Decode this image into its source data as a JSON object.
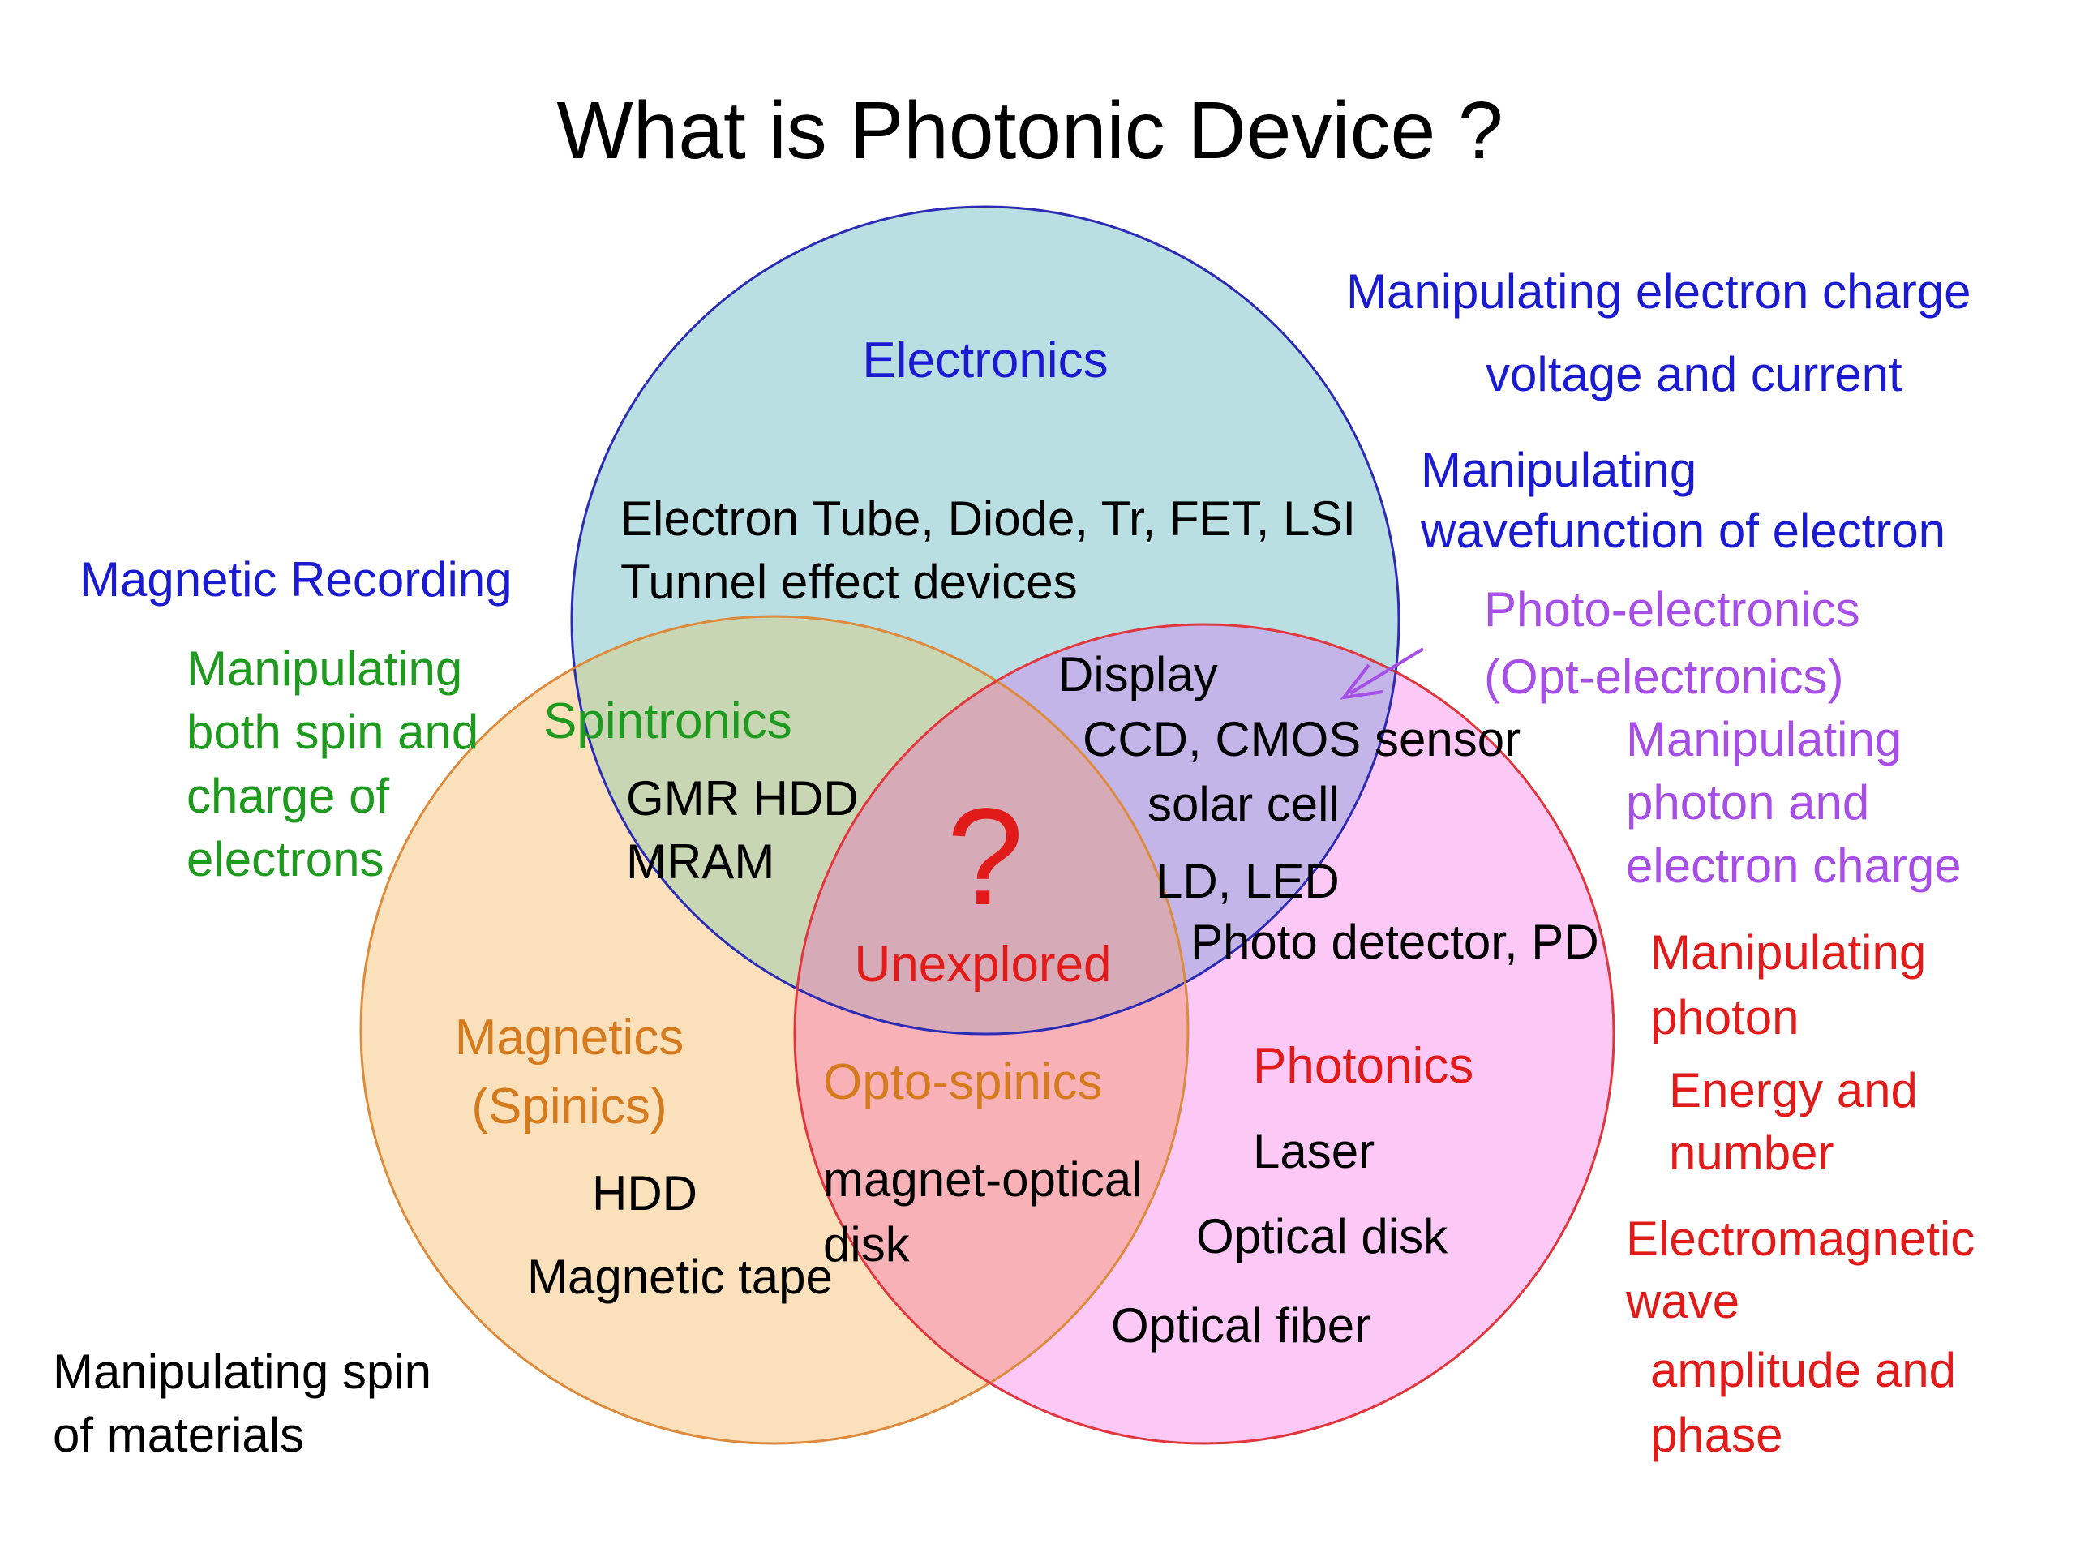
{
  "title": "What is Photonic Device ?",
  "colors": {
    "electronics_fill": "#b9dfe2",
    "electronics_stroke": "#2b2bb3",
    "magnetics_fill": "#fbe0bc",
    "magnetics_stroke": "#dd8a3c",
    "photonics_fill": "#fcc8f6",
    "photonics_stroke": "#e0363c",
    "spintronics_fill": "#c8d6b4",
    "photoelectronics_fill": "#c4b5e8",
    "optospinics_fill": "#f8b2b7",
    "center_fill": "#d6aab6",
    "blue_text": "#1a1ad0",
    "green_text": "#1e9a1e",
    "purple_text": "#a64ee6",
    "red_text": "#e11a1a",
    "orange_text": "#d67a1e",
    "black_text": "#000000"
  },
  "circles": {
    "electronics": {
      "name": "Electronics",
      "items": [
        "Electron Tube, Diode, Tr, FET, LSI",
        "Tunnel effect devices"
      ]
    },
    "magnetics": {
      "name_line1": "Magnetics",
      "name_line2": "(Spinics)",
      "items": [
        "HDD",
        "Magnetic tape"
      ]
    },
    "photonics": {
      "name": "Photonics",
      "items": [
        "Laser",
        "Optical disk",
        "Optical fiber"
      ]
    }
  },
  "overlaps": {
    "spintronics": {
      "name": "Spintronics",
      "items": [
        "GMR HDD",
        "MRAM"
      ]
    },
    "photoelectronics": {
      "items": [
        "Display",
        "CCD, CMOS sensor",
        "solar cell",
        "LD, LED",
        "Photo detector, PD"
      ]
    },
    "optospinics": {
      "name": "Opto-spinics",
      "items": [
        "magnet-optical",
        "disk"
      ]
    },
    "center": {
      "symbol": "?",
      "label": "Unexplored"
    }
  },
  "annotations": {
    "electronics": {
      "line1": "Manipulating electron charge",
      "line2": "voltage and current",
      "line3": "Manipulating",
      "line4": "wavefunction of electron"
    },
    "photoelectronics": {
      "title1": "Photo-electronics",
      "title2": "(Opt-electronics)",
      "desc1": "Manipulating",
      "desc2": "photon and",
      "desc3": "electron charge"
    },
    "photonics": {
      "p1": "Manipulating",
      "p2": "photon",
      "p3": "Energy and",
      "p4": "number",
      "w1": "Electromagnetic",
      "w2": "wave",
      "w3": "amplitude and",
      "w4": "phase"
    },
    "spintronics": {
      "title": "Magnetic Recording",
      "d1": "Manipulating",
      "d2": "both spin and",
      "d3": "charge of",
      "d4": "electrons"
    },
    "magnetics": {
      "l1": "Manipulating spin",
      "l2": "of materials"
    }
  }
}
